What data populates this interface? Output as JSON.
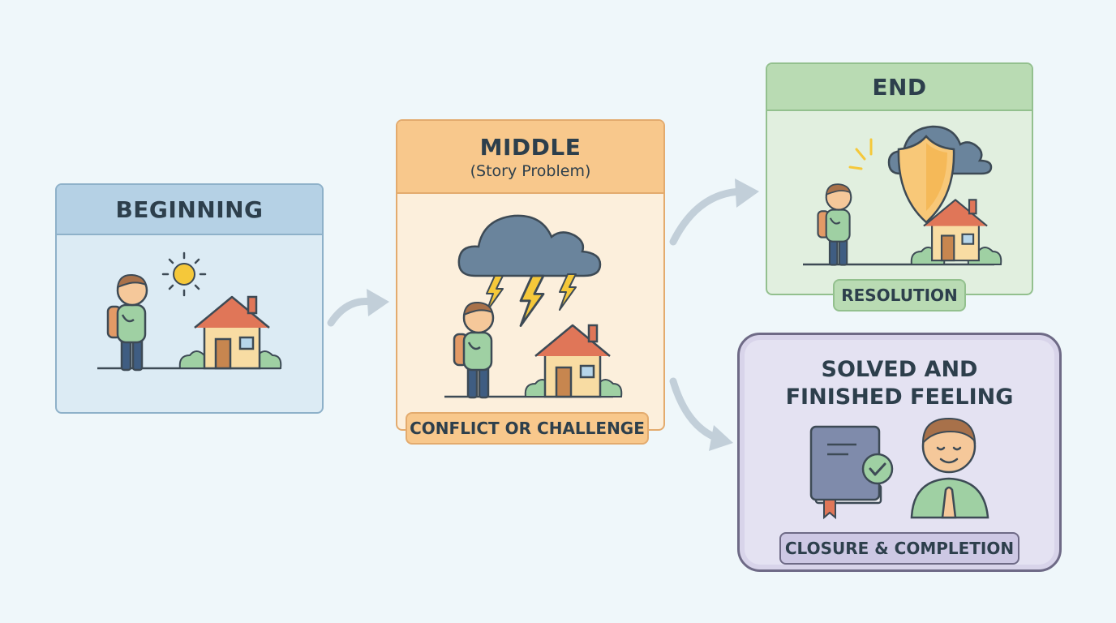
{
  "beginning": {
    "title": "BEGINNING"
  },
  "middle": {
    "title": "MIDDLE",
    "subtitle": "(Story Problem)",
    "tag": "CONFLICT OR CHALLENGE"
  },
  "end": {
    "title": "END",
    "tag": "RESOLUTION"
  },
  "solved": {
    "title_line1": "SOLVED AND",
    "title_line2": "FINISHED FEELING",
    "tag": "CLOSURE & COMPLETION"
  },
  "icons": [
    "sun-icon",
    "house-icon",
    "child-icon",
    "storm-cloud-icon",
    "lightning-icon",
    "shield-icon",
    "book-icon",
    "check-icon",
    "calm-person-icon",
    "arrow-icon"
  ],
  "colors": {
    "beginning": "#b5d1e5",
    "middle": "#f8c88c",
    "end": "#b9dbb3",
    "solved": "#cdc8e4",
    "cloud": "#6a849c",
    "bolt": "#f5c83a"
  }
}
